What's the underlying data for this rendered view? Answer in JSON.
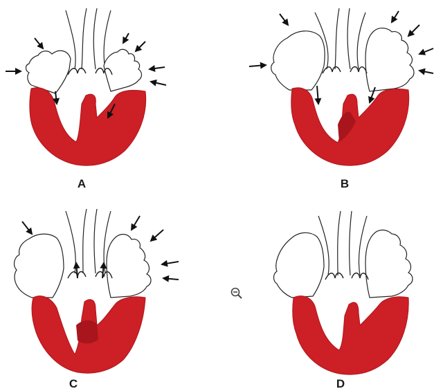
{
  "panels": [
    {
      "label": "A"
    },
    {
      "label": "B"
    },
    {
      "label": "C"
    },
    {
      "label": "D"
    }
  ],
  "colors": {
    "myocardium": "#cc1f26",
    "myocardium_shade": "#a8151c",
    "outline": "#222222",
    "arrow": "#111111"
  },
  "icons": {
    "zoom": "zoom-out-icon"
  }
}
